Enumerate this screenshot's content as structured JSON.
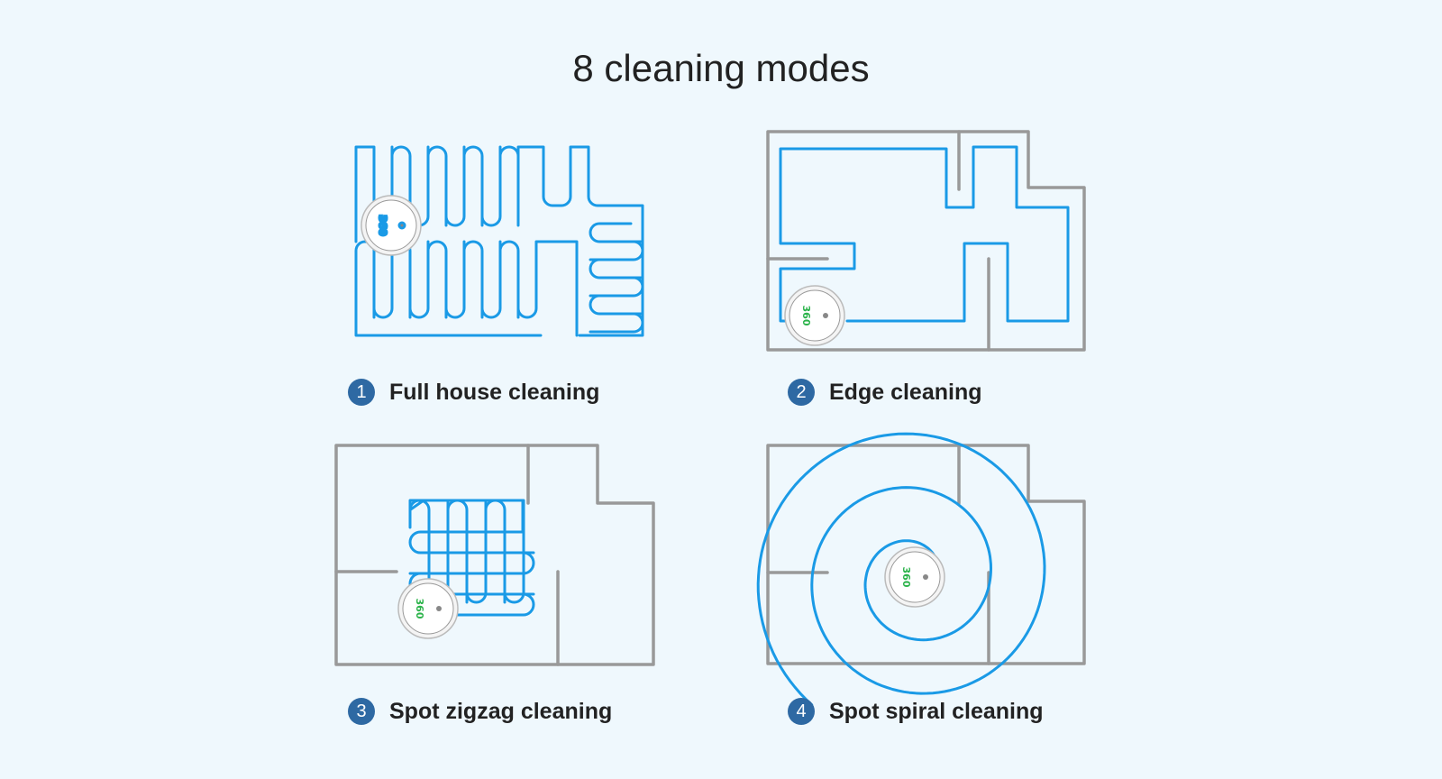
{
  "title": "8 cleaning modes",
  "colors": {
    "path": "#1a9ae6",
    "wall": "#999999",
    "badge": "#2e69a3",
    "logo": "#2bb34a"
  },
  "robot_logo": "360",
  "modes": [
    {
      "number": "1",
      "label": "Full house cleaning"
    },
    {
      "number": "2",
      "label": "Edge cleaning"
    },
    {
      "number": "3",
      "label": "Spot zigzag cleaning"
    },
    {
      "number": "4",
      "label": "Spot spiral cleaning"
    }
  ]
}
